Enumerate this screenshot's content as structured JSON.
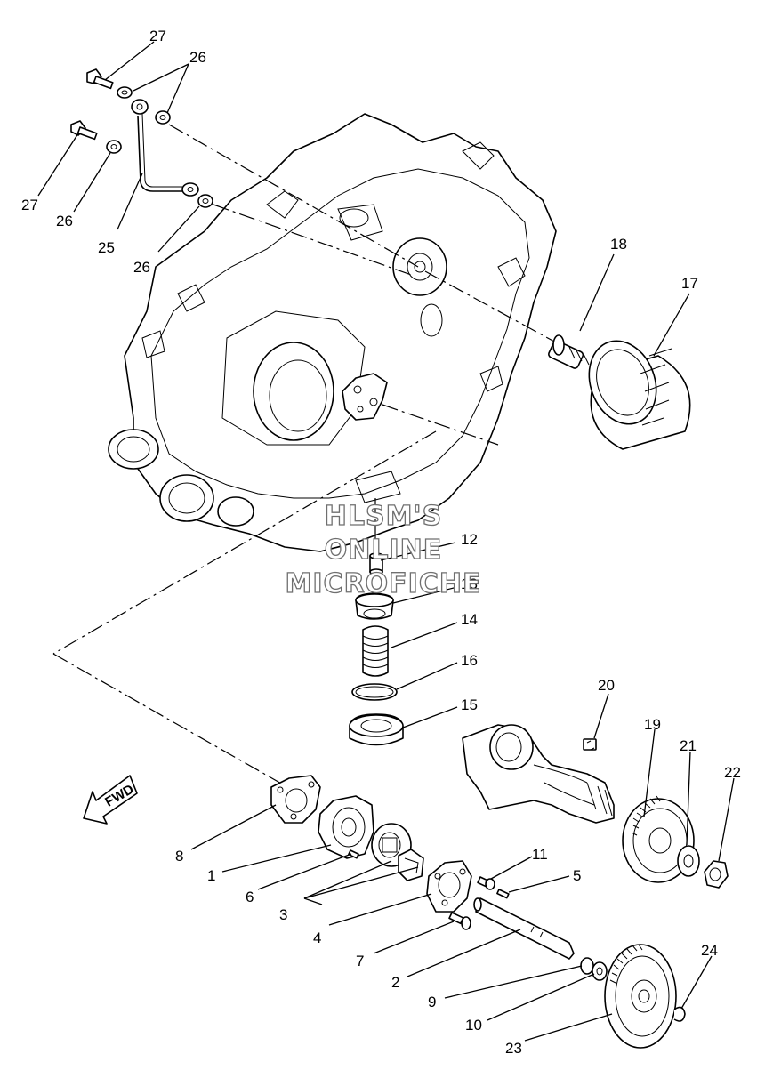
{
  "watermark": {
    "line1": "HLSM'S",
    "line2": "ONLINE",
    "line3": "MICROFICHE"
  },
  "fwd_label": "FWD",
  "callouts": [
    {
      "id": "27a",
      "text": "27"
    },
    {
      "id": "26a",
      "text": "26"
    },
    {
      "id": "27b",
      "text": "27"
    },
    {
      "id": "26b",
      "text": "26"
    },
    {
      "id": "25",
      "text": "25"
    },
    {
      "id": "26c",
      "text": "26"
    },
    {
      "id": "18",
      "text": "18"
    },
    {
      "id": "17",
      "text": "17"
    },
    {
      "id": "12",
      "text": "12"
    },
    {
      "id": "13",
      "text": "13"
    },
    {
      "id": "14",
      "text": "14"
    },
    {
      "id": "16",
      "text": "16"
    },
    {
      "id": "15",
      "text": "15"
    },
    {
      "id": "20",
      "text": "20"
    },
    {
      "id": "19",
      "text": "19"
    },
    {
      "id": "21",
      "text": "21"
    },
    {
      "id": "22",
      "text": "22"
    },
    {
      "id": "8",
      "text": "8"
    },
    {
      "id": "1",
      "text": "1"
    },
    {
      "id": "6",
      "text": "6"
    },
    {
      "id": "11",
      "text": "11"
    },
    {
      "id": "5",
      "text": "5"
    },
    {
      "id": "3",
      "text": "3"
    },
    {
      "id": "4",
      "text": "4"
    },
    {
      "id": "7",
      "text": "7"
    },
    {
      "id": "2",
      "text": "2"
    },
    {
      "id": "24",
      "text": "24"
    },
    {
      "id": "9",
      "text": "9"
    },
    {
      "id": "10",
      "text": "10"
    },
    {
      "id": "23",
      "text": "23"
    }
  ]
}
